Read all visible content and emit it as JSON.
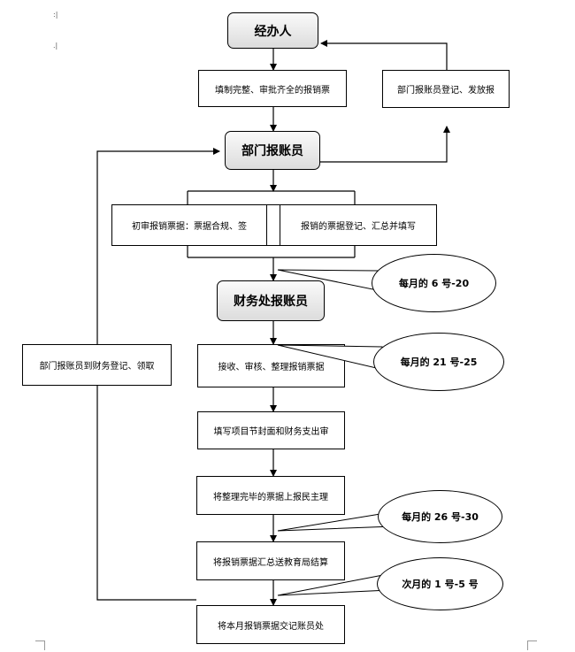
{
  "nodes": {
    "handler": "经办人",
    "fill_forms": "填制完整、审批齐全的报销票",
    "dept_register_issue": "部门报账员登记、发放报",
    "dept_clerk": "部门报账员",
    "initial_review": "初审报销票据：票据合规、签",
    "register_summarize": "报销的票据登记、汇总并填写",
    "finance_clerk": "财务处报账员",
    "receive_review": "接收、审核、整理报销票据",
    "dept_to_finance": "部门报账员到财务登记、领取",
    "fill_cover": "填写项目节封面和财务支出审",
    "report_director": "将整理完毕的票据上报民主理",
    "send_education_bureau": "将报销票据汇总送教育局结算",
    "hand_to_accountant": "将本月报销票据交记账员处"
  },
  "callouts": {
    "day_6_20": "每月的 6 号-20",
    "day_21_25": "每月的 21 号-25",
    "day_26_30": "每月的 26 号-30",
    "next_1_5": "次月的 1 号-5 号"
  }
}
